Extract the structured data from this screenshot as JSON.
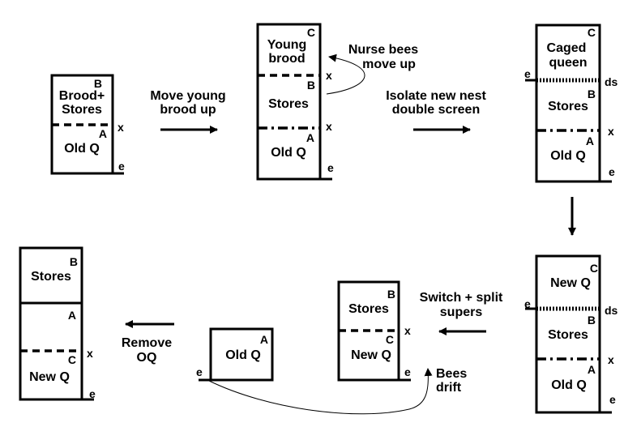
{
  "step1": {
    "box_b": "B",
    "body_label": [
      "Brood+",
      "Stores"
    ],
    "box_a": "A",
    "body_label_2": "Old Q",
    "mark_x": "x",
    "mark_e": "e"
  },
  "arrow1": {
    "label": [
      "Move young",
      "brood up"
    ]
  },
  "step2": {
    "box_c": "C",
    "body_label_top": [
      "Young",
      "brood"
    ],
    "mark_x_top": "x",
    "box_b": "B",
    "body_label_mid": "Stores",
    "mark_x_mid": "x",
    "box_a": "A",
    "body_label_bottom": "Old Q",
    "mark_e": "e",
    "note": [
      "Nurse bees",
      "move up"
    ]
  },
  "arrow2": {
    "label": [
      "Isolate new nest",
      "double screen"
    ]
  },
  "step3": {
    "box_c": "C",
    "body_label_top": [
      "Caged",
      "queen"
    ],
    "mark_e_top": "e",
    "mark_ds": "ds",
    "box_b": "B",
    "body_label_mid": "Stores",
    "mark_x": "x",
    "box_a": "A",
    "body_label_bottom": "Old Q",
    "mark_e": "e"
  },
  "step4": {
    "box_c": "C",
    "body_label_top": "New Q",
    "mark_e_top": "e",
    "mark_ds": "ds",
    "box_b": "B",
    "body_label_mid": "Stores",
    "mark_x": "x",
    "box_a": "A",
    "body_label_bottom": "Old Q",
    "mark_e": "e"
  },
  "arrow4": {
    "label": [
      "Switch + split",
      "supers"
    ]
  },
  "step5": {
    "box_b": "B",
    "body_label_top": "Stores",
    "mark_x": "x",
    "box_c": "C",
    "body_label_bottom": "New Q",
    "mark_e": "e",
    "note": [
      "Bees",
      "drift"
    ]
  },
  "step6": {
    "box_a": "A",
    "body_label": "Old Q",
    "mark_e": "e"
  },
  "arrow6": {
    "label": [
      "Remove",
      "OQ"
    ]
  },
  "step7": {
    "box_b": "B",
    "body_label_top": "Stores",
    "box_a": "A",
    "mark_x": "x",
    "box_c": "C",
    "body_label_bottom": "New Q",
    "mark_e": "e"
  }
}
